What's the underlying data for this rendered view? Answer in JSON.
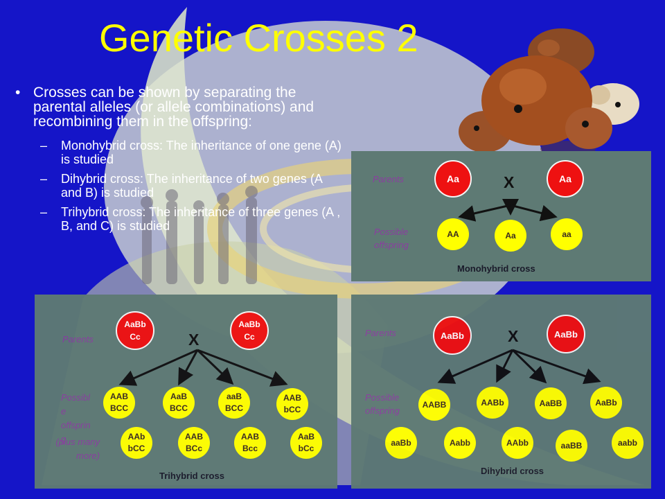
{
  "slide": {
    "title": "Genetic Crosses 2",
    "bullets": {
      "main": "Crosses can be shown by separating the parental alleles (or allele combinations) and recombining them in the offspring:",
      "subs": [
        "Monohybrid cross: The inheritance of one gene (A) is studied",
        "Dihybrid cross: The inheritance of two genes (A and B) is studied",
        "Trihybrid cross: The inheritance of three genes (A , B, and C) is studied"
      ]
    }
  },
  "cross_symbol": "X",
  "monohybrid": {
    "parents_label": "Parents",
    "offspring_label": "Possible offspring",
    "parents": [
      "Aa",
      "Aa"
    ],
    "offspring": [
      "AA",
      "Aa",
      "aa"
    ],
    "caption": "Monohybrid  cross"
  },
  "dihybrid": {
    "parents_label": "Parents",
    "offspring_label": "Possible offspring",
    "parents": [
      "AaBb",
      "AaBb"
    ],
    "offspring": [
      "AABB",
      "AABb",
      "AaBB",
      "AaBb",
      "aaBb",
      "Aabb",
      "AAbb",
      "aaBB",
      "aabb"
    ],
    "caption": "Dihybrid  cross"
  },
  "trihybrid": {
    "parents_label": "Parents",
    "offspring_label": "Possibl e offsprin g",
    "plus_more": "(plus many more)",
    "parents": [
      "AaBb Cc",
      "AaBb Cc"
    ],
    "offspring": [
      "AAB BCC",
      "AaB BCC",
      "aaB BCC",
      "AAB bCC",
      "AAb bCC",
      "AAB BCc",
      "AAB Bcc",
      "AaB bCc"
    ],
    "caption": "Trihybrid  cross"
  },
  "colors": {
    "background": "#1515c8",
    "title": "#ffff00",
    "panel": "#5e7a74",
    "parent_circle": "#ee1111",
    "offspring_circle": "#ffff00",
    "label": "#8b3da0"
  }
}
